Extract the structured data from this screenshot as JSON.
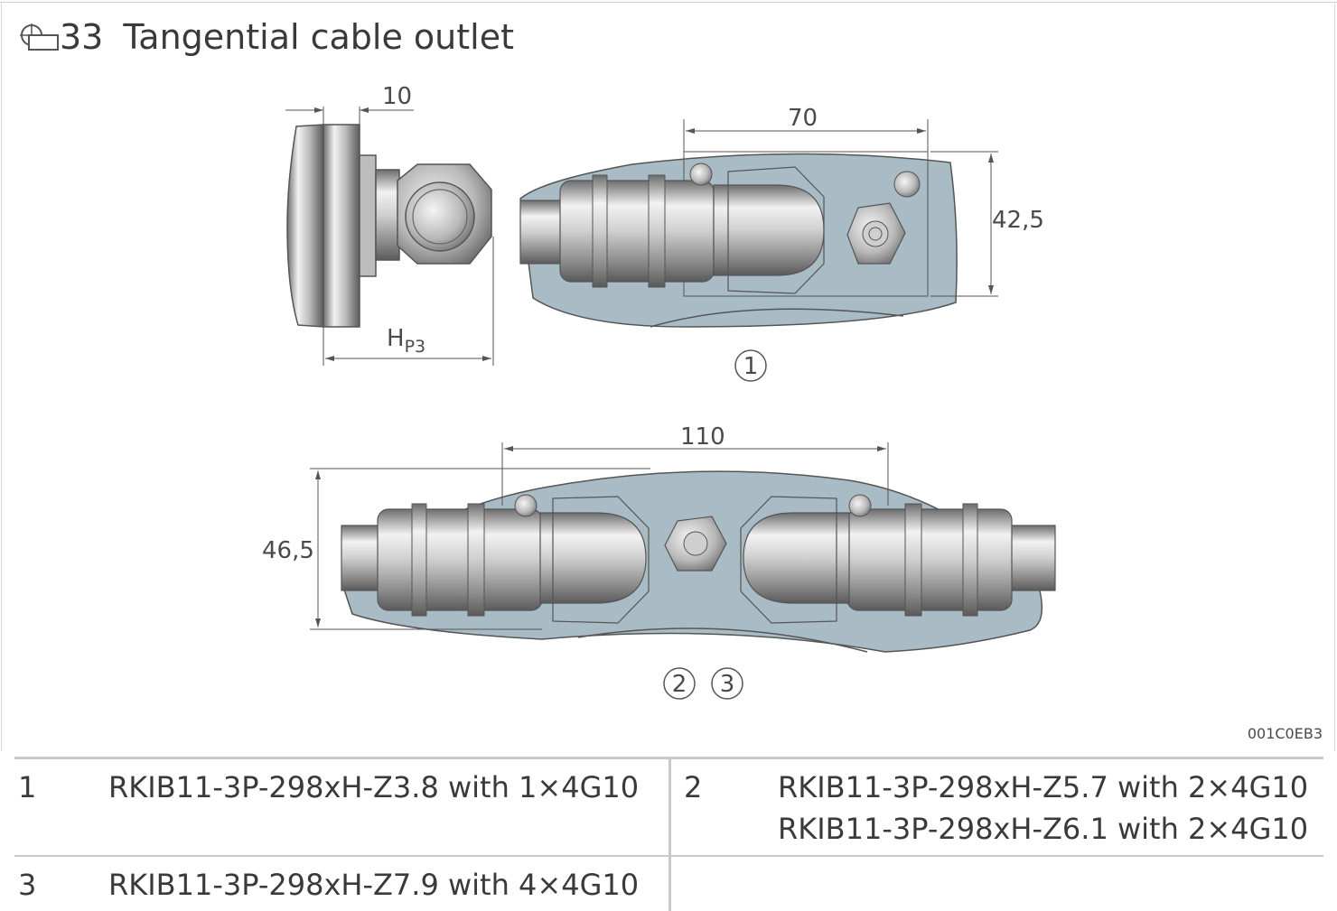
{
  "title": {
    "number": "33",
    "text": "Tangential cable outlet",
    "icon": "catalog-section-icon"
  },
  "drawing": {
    "dims": {
      "d10": "10",
      "d70": "70",
      "d42_5": "42,5",
      "hp3_main": "H",
      "hp3_sub": "P3",
      "d110": "110",
      "d46_5": "46,5"
    },
    "callouts": {
      "c1": "1",
      "c2": "2",
      "c3": "3"
    },
    "colors": {
      "plate": "#a9bcc6",
      "metal_light": "#e8e8e8",
      "metal_dark": "#7a7a7a",
      "line": "#555555"
    }
  },
  "drawing_code": "001C0EB3",
  "legend": {
    "row1": {
      "n1": "1",
      "d1": "RKIB11-3P-298xH-Z3.8 with 1×4G10",
      "n2": "2",
      "d2a": "RKIB11-3P-298xH-Z5.7 with 2×4G10",
      "d2b": "RKIB11-3P-298xH-Z6.1 with 2×4G10"
    },
    "row2": {
      "n1": "3",
      "d1": "RKIB11-3P-298xH-Z7.9 with 4×4G10"
    }
  }
}
